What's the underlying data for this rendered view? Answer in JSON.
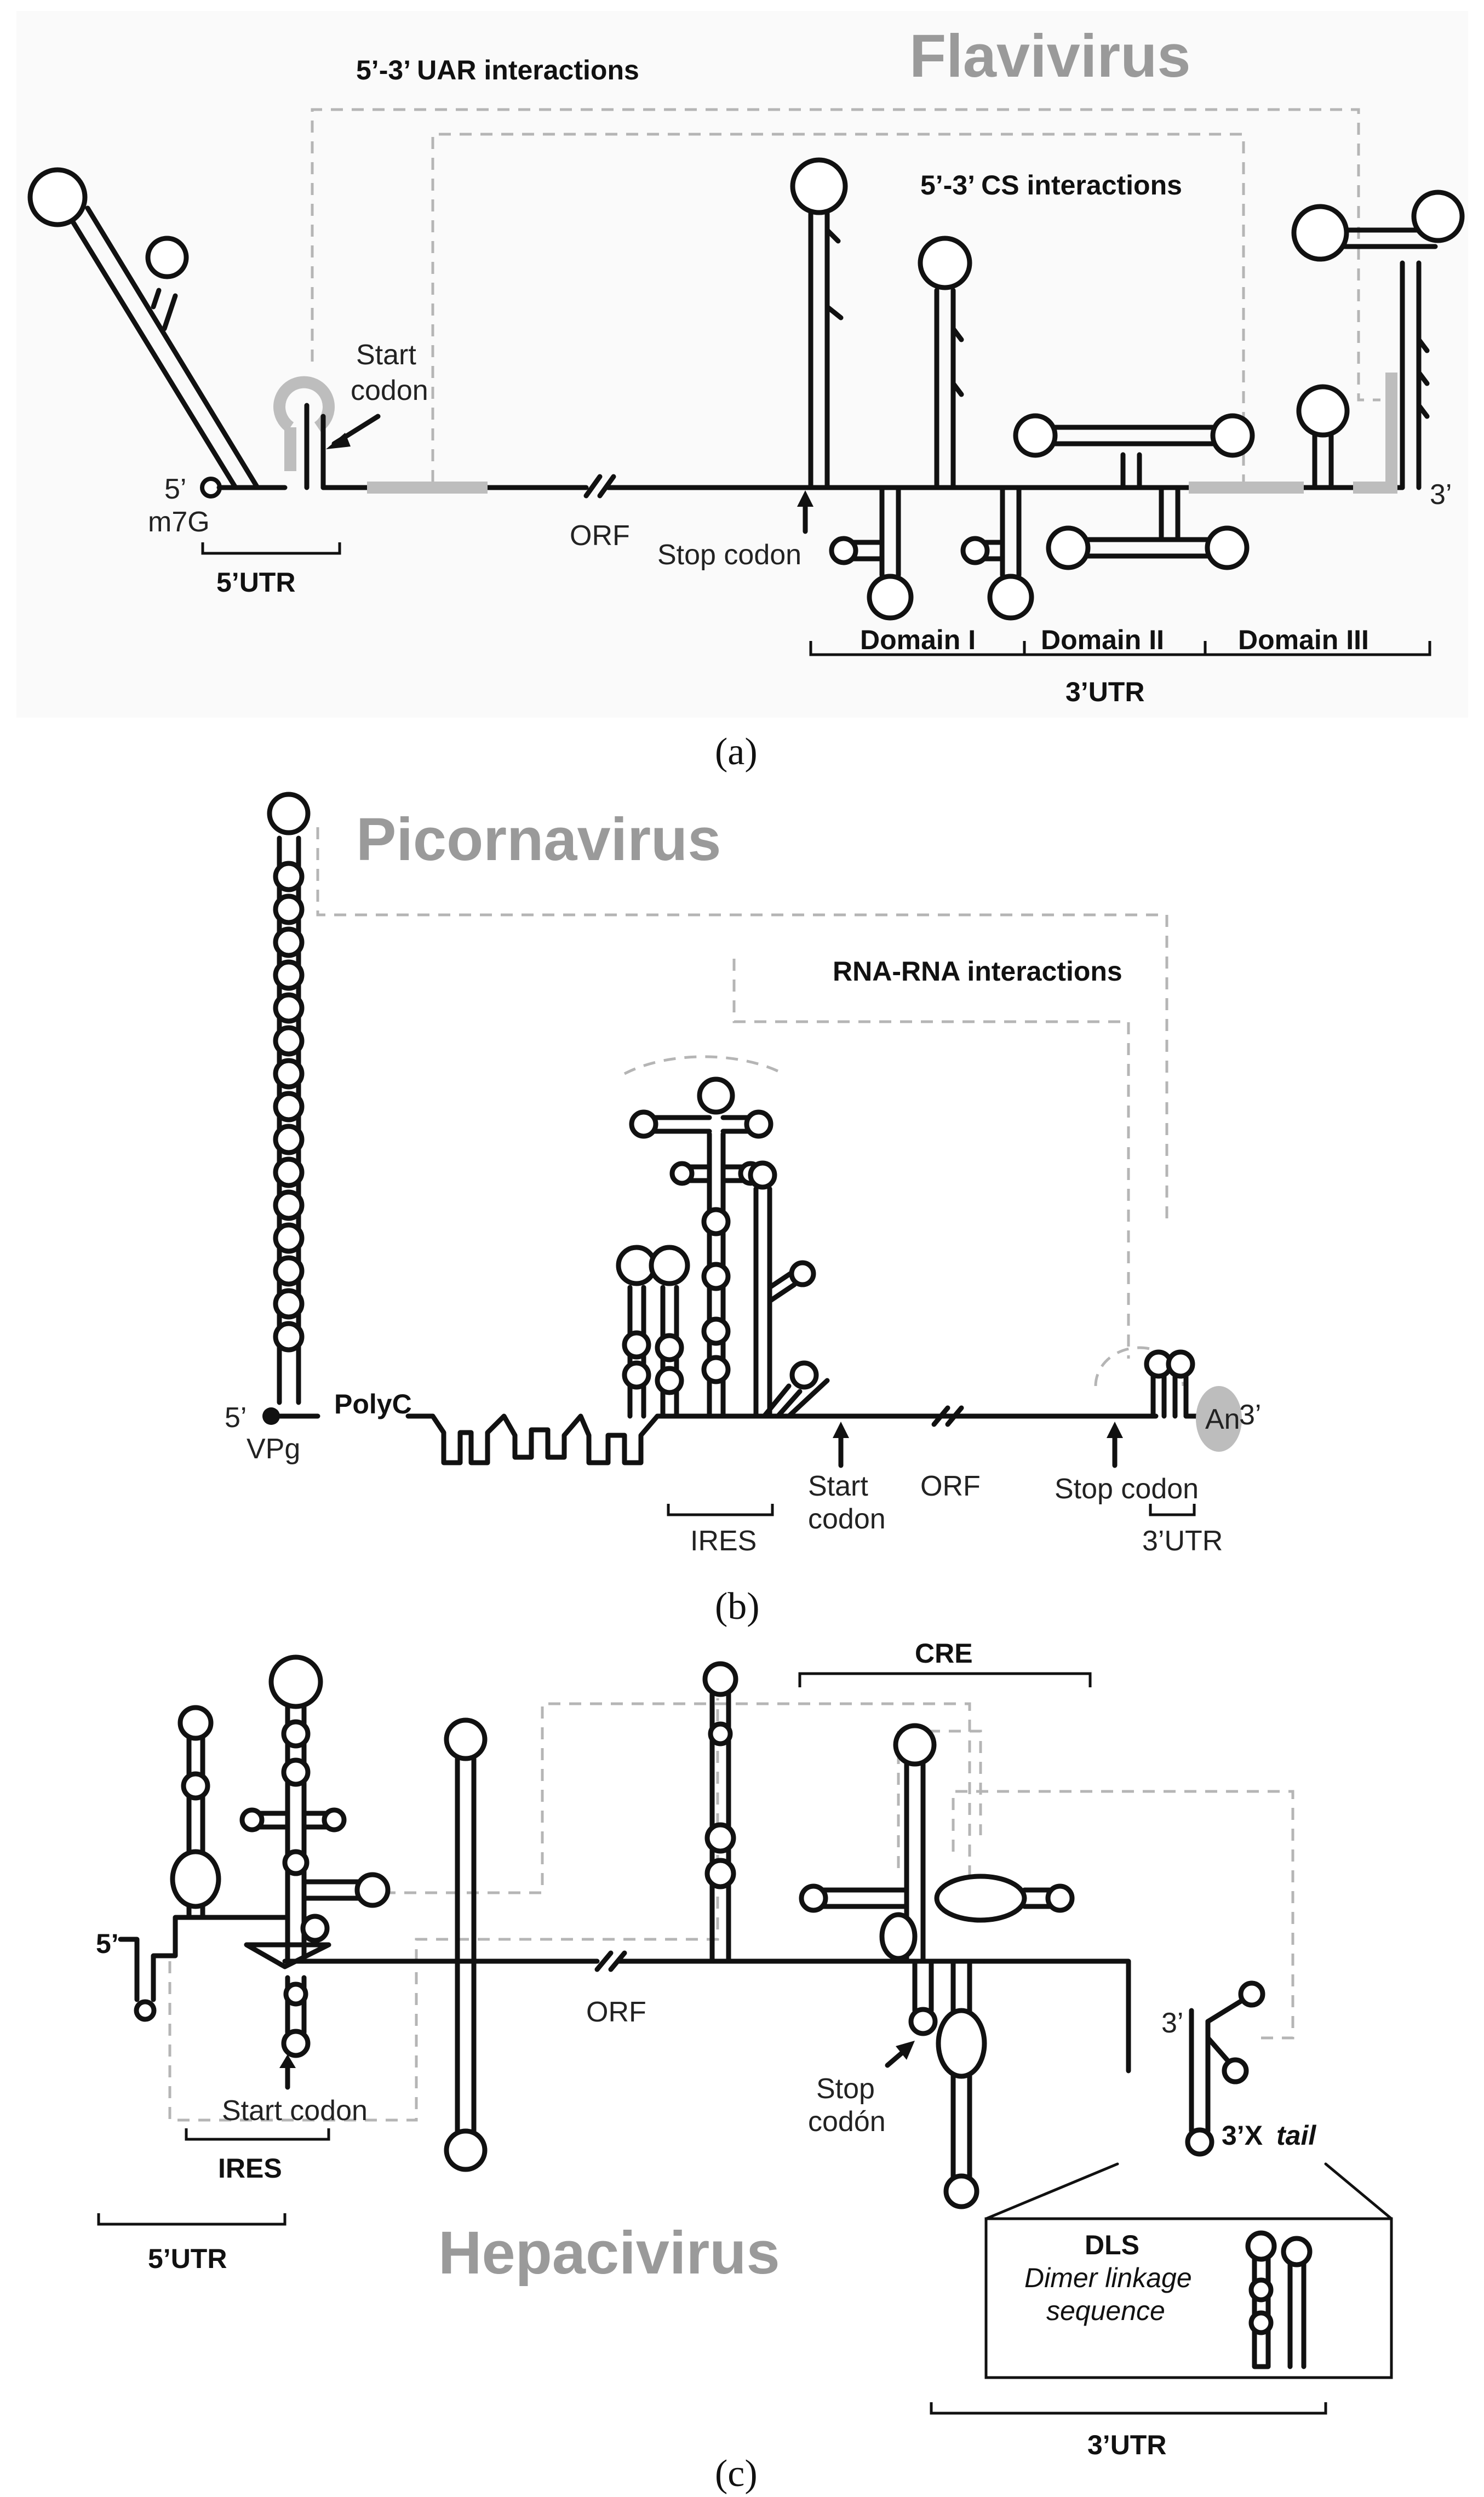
{
  "panel_a": {
    "title": "Flavivirus",
    "uar_label": "5’-3’ UAR interactions",
    "cs_label": "5’-3’ CS interactions",
    "five_prime": "5’",
    "cap": "m7G",
    "start_codon_1": "Start",
    "start_codon_2": "codon",
    "orf": "ORF",
    "stop_codon": "Stop codon",
    "three_prime": "3’",
    "utr5": "5’UTR",
    "domain1": "Domain I",
    "domain2": "Domain II",
    "domain3": "Domain III",
    "utr3": "3’UTR",
    "panel_label": "(a)"
  },
  "panel_b": {
    "title": "Picornavirus",
    "rna_label": "RNA-RNA interactions",
    "five_prime": "5’",
    "vpg": "VPg",
    "polyc": "PolyC",
    "start_codon_1": "Start",
    "start_codon_2": "codon",
    "orf": "ORF",
    "stop_codon": "Stop codon",
    "polya": "An",
    "three_prime": "3’",
    "ires": "IRES",
    "utr3": "3’UTR",
    "panel_label": "(b)"
  },
  "panel_c": {
    "title": "Hepacivirus",
    "cre": "CRE",
    "five_prime": "5’",
    "orf": "ORF",
    "start_codon": "Start codon",
    "stop_codon_1": "Stop",
    "stop_codon_2": "codón",
    "three_prime": "3’",
    "x_tail_1": "3’X ",
    "x_tail_2": "tail",
    "dls": "DLS",
    "dls_1": "Dimer linkage",
    "dls_2": "sequence",
    "ires": "IRES",
    "utr5": "5’UTR",
    "utr3": "3’UTR",
    "panel_label": "(c)"
  }
}
